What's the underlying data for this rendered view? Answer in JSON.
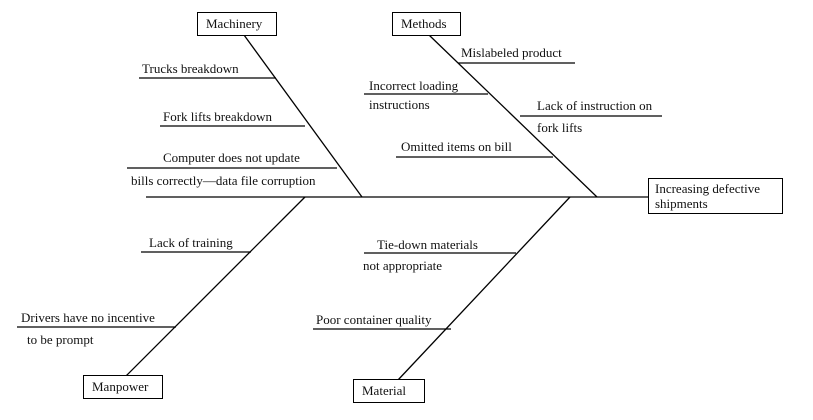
{
  "effect": {
    "line1": "Increasing defective",
    "line2": "shipments"
  },
  "categories": {
    "machinery": "Machinery",
    "methods": "Methods",
    "manpower": "Manpower",
    "material": "Material"
  },
  "causes": {
    "trucks": "Trucks breakdown",
    "forklifts": "Fork lifts breakdown",
    "computer_line1": "Computer does not update",
    "computer_line2": "bills correctly—data file corruption",
    "mislabeled": "Mislabeled product",
    "loading_line1": "Incorrect loading",
    "loading_line2": "instructions",
    "instruction_line1": "Lack of instruction on",
    "instruction_line2": "fork lifts",
    "omitted": "Omitted items on bill",
    "training": "Lack of training",
    "incentive_line1": "Drivers have no incentive",
    "incentive_line2": "to be prompt",
    "tiedown_line1": "Tie-down materials",
    "tiedown_line2": "not appropriate",
    "container": "Poor container quality"
  }
}
